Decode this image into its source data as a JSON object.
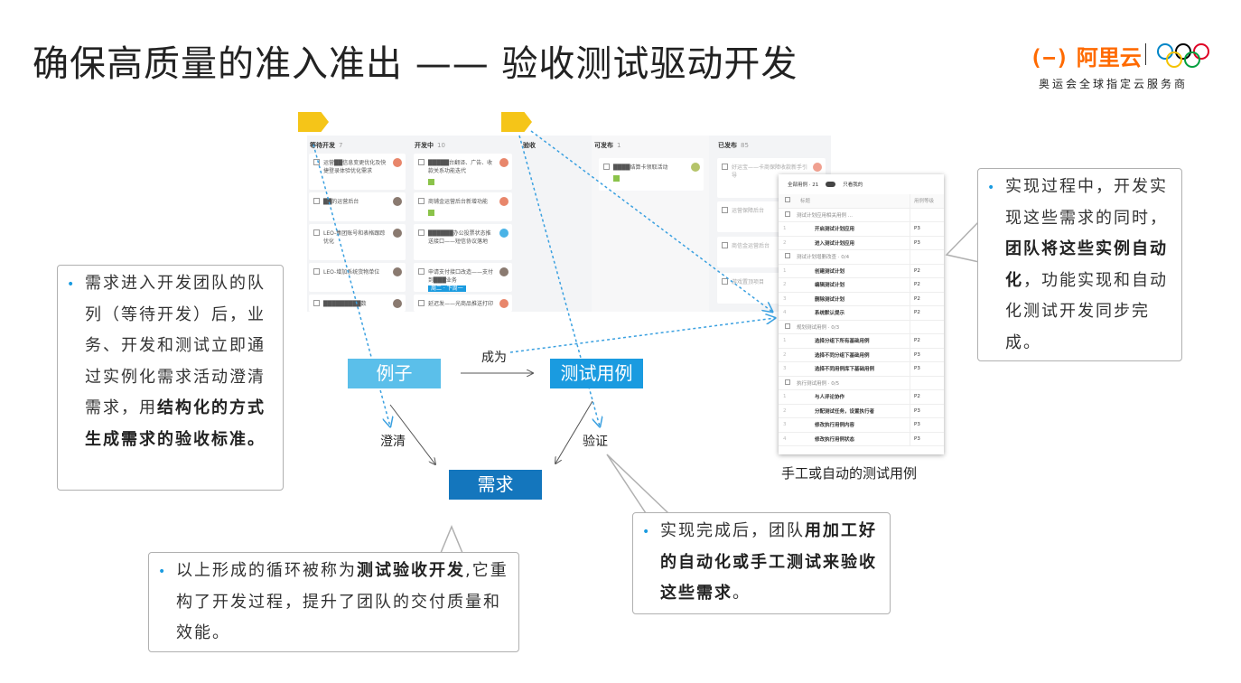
{
  "title": "确保高质量的准入准出 —— 验收测试驱动开发",
  "logo": {
    "brand": "阿里云",
    "subtitle": "奥运会全球指定云服务商"
  },
  "kanban": {
    "columns": [
      {
        "name": "等待开发",
        "count": "7",
        "cards": [
          "运营██信息变更优化及快捷登录体验优化需求",
          "██的运营后台",
          "LEO-集团账号和表格跟踪优化",
          "LEO-增加系统货物单位",
          "█████████数"
        ]
      },
      {
        "name": "开发中",
        "count": "10",
        "cards": [
          "█████台翻译、广告、收款关系功能迭代",
          "商铺金运营后台新增功能",
          "██████办公投票状态推送接口——短信协议落地",
          "申请支付接口改造——支付到███业务",
          "延迟发——光商品推送打印"
        ]
      },
      {
        "name": "验收",
        "count": "",
        "cards": []
      },
      {
        "name": "可发布",
        "count": "1",
        "cards": [
          "████结算卡领取活动"
        ]
      },
      {
        "name": "已发布",
        "count": "85",
        "cards": [
          "好运宝——卡商保障收款新手引导",
          "运营保障后台",
          "商信金运营后台",
          "游戏置顶项目"
        ]
      }
    ],
    "tag_label": "周二 · 下周一"
  },
  "tests": {
    "header": {
      "all": "全部用例 · 21",
      "toggle": "只看我的",
      "col_title": "标题",
      "col_level": "用例等级"
    },
    "groups": [
      {
        "name": "测试计划应用相关用例 ...",
        "items": [
          {
            "n": "1",
            "t": "开启测试计划应用",
            "p": "P3"
          },
          {
            "n": "2",
            "t": "进入测试计划应用",
            "p": "P3"
          }
        ]
      },
      {
        "name": "测试计划增删改查 · 0/4",
        "items": [
          {
            "n": "1",
            "t": "创建测试计划",
            "p": "P2"
          },
          {
            "n": "2",
            "t": "编辑测试计划",
            "p": "P2"
          },
          {
            "n": "3",
            "t": "删除测试计划",
            "p": "P2"
          },
          {
            "n": "4",
            "t": "系统默认提示",
            "p": "P2"
          }
        ]
      },
      {
        "name": "规划测试用例 · 0/3",
        "items": [
          {
            "n": "1",
            "t": "选择分组下所有基础用例",
            "p": "P2"
          },
          {
            "n": "2",
            "t": "选择不同分组下基础用例",
            "p": "P3"
          },
          {
            "n": "3",
            "t": "选择不同用例库下基础用例",
            "p": "P3"
          }
        ]
      },
      {
        "name": "执行测试用例 · 0/5",
        "items": [
          {
            "n": "1",
            "t": "与人评论协作",
            "p": "P2"
          },
          {
            "n": "2",
            "t": "分配测试任务，设置执行者",
            "p": "P3"
          },
          {
            "n": "3",
            "t": "修改执行用例内容",
            "p": "P3"
          },
          {
            "n": "4",
            "t": "修改执行用例状态",
            "p": "P3"
          }
        ]
      }
    ],
    "caption": "手工或自动的测试用例"
  },
  "diagram": {
    "example": "例子",
    "testcase": "测试用例",
    "requirement": "需求",
    "becomes": "成为",
    "clarify": "澄清",
    "verify": "验证",
    "colors": {
      "example": "#5bbfea",
      "testcase": "#1a9be0",
      "requirement": "#1476bd",
      "dash": "#3aa0e0"
    }
  },
  "callouts": {
    "left": {
      "a": "需求进入开发团队的队列（等待开发）后，业务、开发和测试立即通过实例化需求活动澄清需求，用",
      "b": "结构化的方式生成需求的验收标准",
      "c": "。"
    },
    "right": {
      "a": "实现过程中，开发实现这些需求的同时，",
      "b": "团队将这些实例自动化",
      "c": "，功能实现和自动化测试开发同步完成。"
    },
    "bottom_left": {
      "a": "以上形成的循环被称为",
      "b": "测试验收开发",
      "c": ",它重构了开发过程，提升了团队的交付质量和效能。"
    },
    "bottom_right": {
      "a": "实现完成后，团队",
      "b": "用加工好的自动化或手工测试来验收这些需求",
      "c": "。"
    }
  }
}
